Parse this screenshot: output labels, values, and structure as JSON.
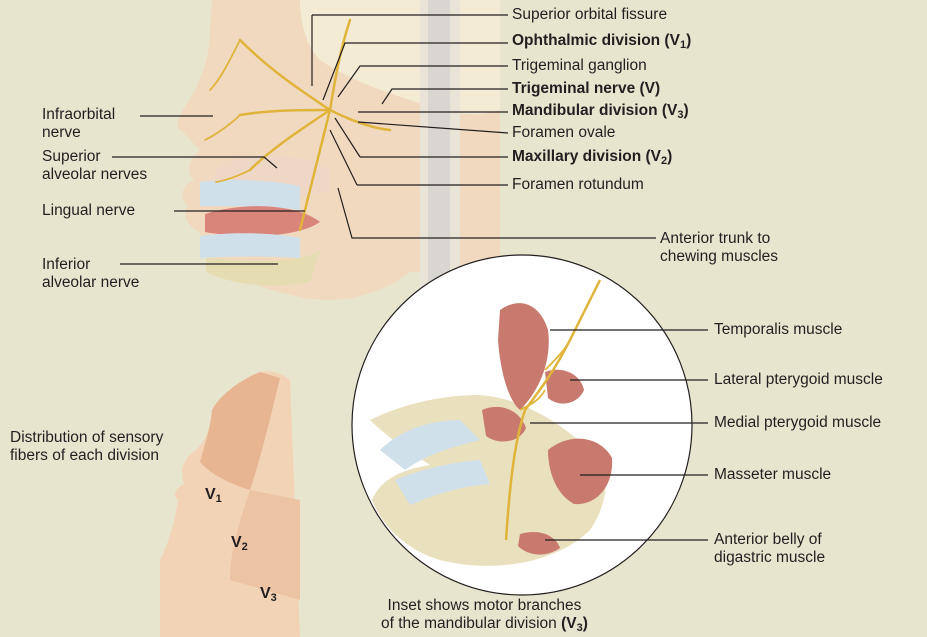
{
  "labels": {
    "superior_orbital_fissure": "Superior orbital fissure",
    "ophthalmic_division": "Ophthalmic division (V",
    "ophthalmic_sub": "1",
    "trigeminal_ganglion": "Trigeminal ganglion",
    "trigeminal_nerve": "Trigeminal nerve (V)",
    "mandibular_division": "Mandibular division (V",
    "mandibular_sub": "3",
    "foramen_ovale": "Foramen ovale",
    "maxillary_division": "Maxillary division (V",
    "maxillary_sub": "2",
    "foramen_rotundum": "Foramen rotundum",
    "infraorbital_line1": "Infraorbital",
    "infraorbital_line2": "nerve",
    "superior_alveolar_line1": "Superior",
    "superior_alveolar_line2": "alveolar nerves",
    "lingual_nerve": "Lingual nerve",
    "inferior_alveolar_line1": "Inferior",
    "inferior_alveolar_line2": "alveolar nerve",
    "anterior_trunk_line1": "Anterior trunk to",
    "anterior_trunk_line2": "chewing muscles",
    "temporalis": "Temporalis muscle",
    "lateral_pterygoid": "Lateral pterygoid muscle",
    "medial_pterygoid": "Medial pterygoid muscle",
    "masseter": "Masseter muscle",
    "digastric_line1": "Anterior belly of",
    "digastric_line2": "digastric muscle",
    "distribution_line1": "Distribution of sensory",
    "distribution_line2": "fibers of each division",
    "inset_caption_line1": "Inset shows motor branches",
    "inset_caption_line2": "of the mandibular division ",
    "inset_caption_v": "(V",
    "inset_caption_sub": "3",
    "inset_caption_close": ")",
    "zone_letter": "V",
    "zone1_sub": "1",
    "zone2_sub": "2",
    "zone3_sub": "3"
  },
  "colors": {
    "background": "#e8e5cf",
    "nerve": "#e0b43a",
    "bone": "#e9e1bd",
    "muscle": "#c97a6e",
    "skin_light": "#f3d3b6",
    "skin_dark": "#e7b592"
  }
}
